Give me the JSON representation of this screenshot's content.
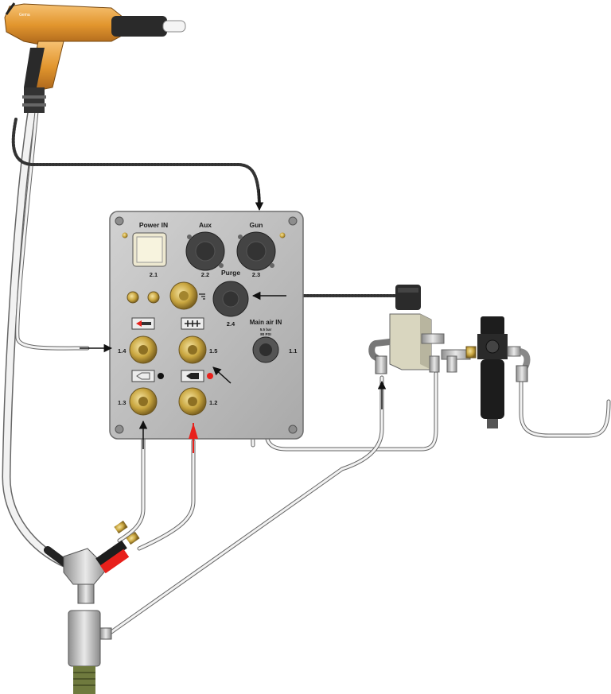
{
  "panel": {
    "labels": {
      "power_in": "Power IN",
      "aux": "Aux",
      "gun": "Gun",
      "purge": "Purge",
      "main_air_in": "Main air IN",
      "main_air_sub1": "5.5 bar",
      "main_air_sub2": "80 PSI"
    },
    "port_numbers": {
      "p21": "2.1",
      "p22": "2.2",
      "p23": "2.3",
      "p24": "2.4",
      "p14": "1.4",
      "p15": "1.5",
      "p11": "1.1",
      "p13": "1.3",
      "p12": "1.2"
    }
  },
  "gun": {
    "brand_label": "Gema"
  },
  "colors": {
    "panel": "#b9b9b9",
    "gun_body": "#e2962e",
    "hose_white": "#f2f2f2",
    "brass": "#c9a640",
    "red_indicator": "#e8201b",
    "arrow": "#111111"
  }
}
